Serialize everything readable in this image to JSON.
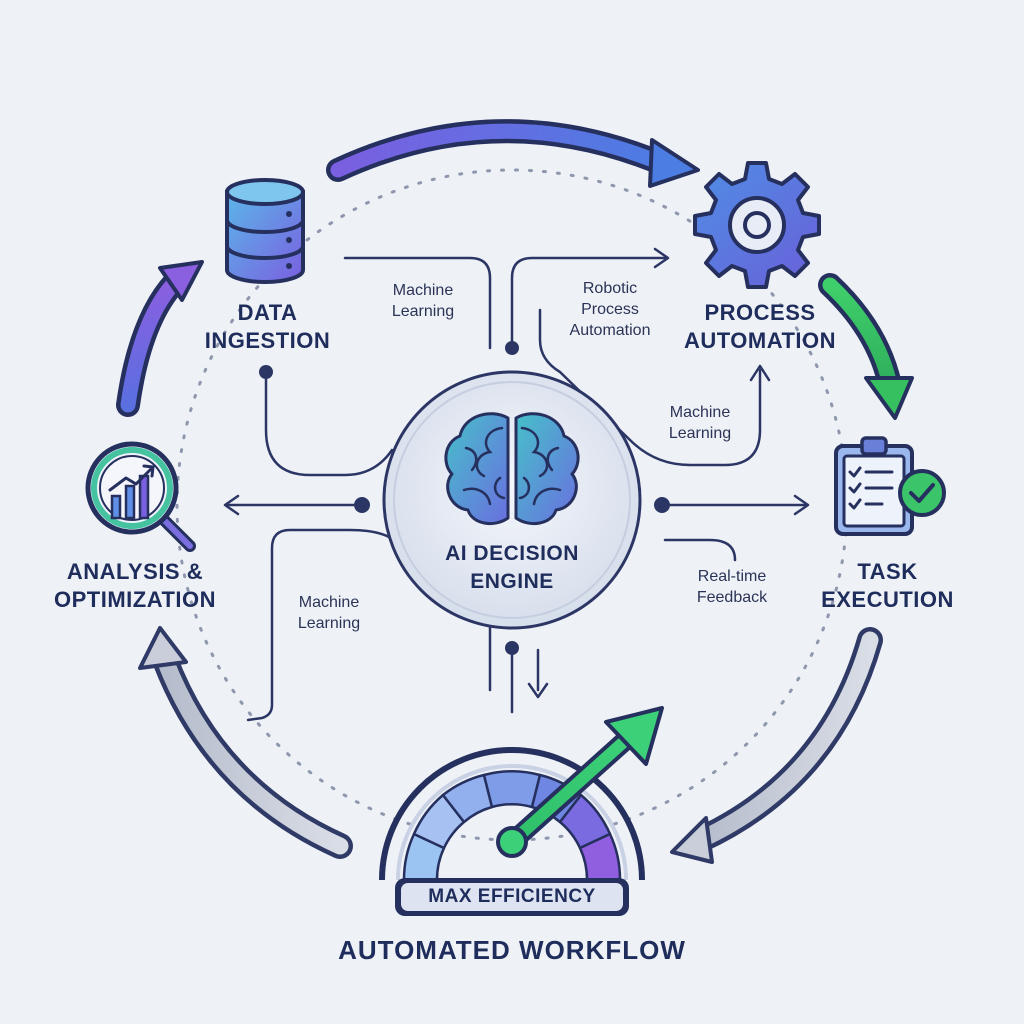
{
  "center": {
    "line1": "AI DECISION",
    "line2": "ENGINE",
    "icon": "brain-icon"
  },
  "nodes": {
    "data_ingestion": {
      "line1": "DATA",
      "line2": "INGESTION",
      "icon": "database-icon"
    },
    "process_automation": {
      "line1": "PROCESS",
      "line2": "AUTOMATION",
      "icon": "gear-icon"
    },
    "task_execution": {
      "line1": "TASK",
      "line2": "EXECUTION",
      "icon": "clipboard-check-icon"
    },
    "analysis_optimization": {
      "line1": "ANALYSIS &",
      "line2": "OPTIMIZATION",
      "icon": "chart-magnifier-icon"
    }
  },
  "edge_labels": {
    "ml_top": {
      "line1": "Machine",
      "line2": "Learning"
    },
    "rpa": {
      "line1": "Robotic",
      "line2": "Process",
      "line3": "Automation"
    },
    "ml_right": {
      "line1": "Machine",
      "line2": "Learning"
    },
    "realtime": {
      "line1": "Real-time",
      "line2": "Feedback"
    },
    "ml_left": {
      "line1": "Machine",
      "line2": "Learning"
    }
  },
  "gauge": {
    "badge": "MAX EFFICIENCY",
    "icon": "speedometer-icon"
  },
  "footer": {
    "title": "AUTOMATED WORKFLOW"
  },
  "colors": {
    "navy": "#28346a",
    "purple": "#7b5fe0",
    "blue": "#4b7fe0",
    "green": "#3ec26a",
    "teal": "#3fb7c9",
    "gray_arrow": "#c4cad6",
    "background": "#eef1f6"
  }
}
